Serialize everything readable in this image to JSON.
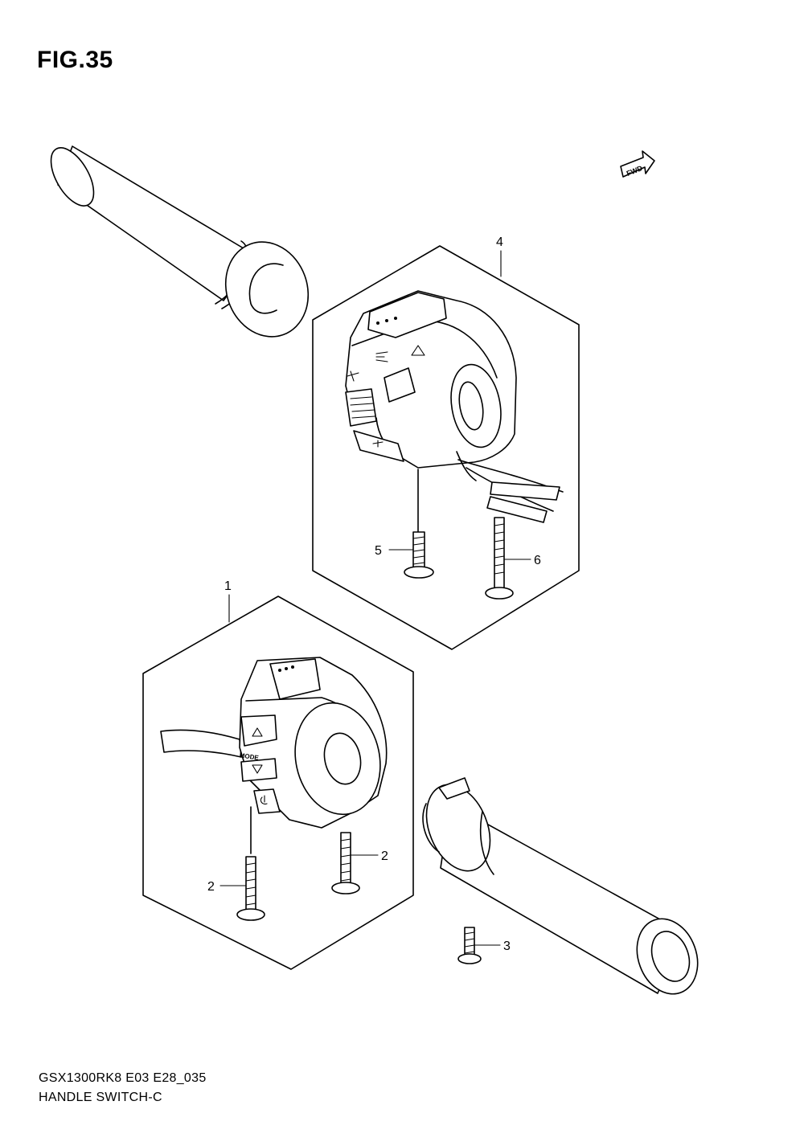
{
  "figure": {
    "title": "FIG.35",
    "code": "GSX1300RK8 E03 E28_035",
    "name": "HANDLE SWITCH-C"
  },
  "fwd_label": "FWD",
  "callouts": {
    "part1": "1",
    "part2a": "2",
    "part2b": "2",
    "part3": "3",
    "part4": "4",
    "part5": "5",
    "part6": "6"
  },
  "switch_left": {
    "mode_label": "MODE"
  }
}
